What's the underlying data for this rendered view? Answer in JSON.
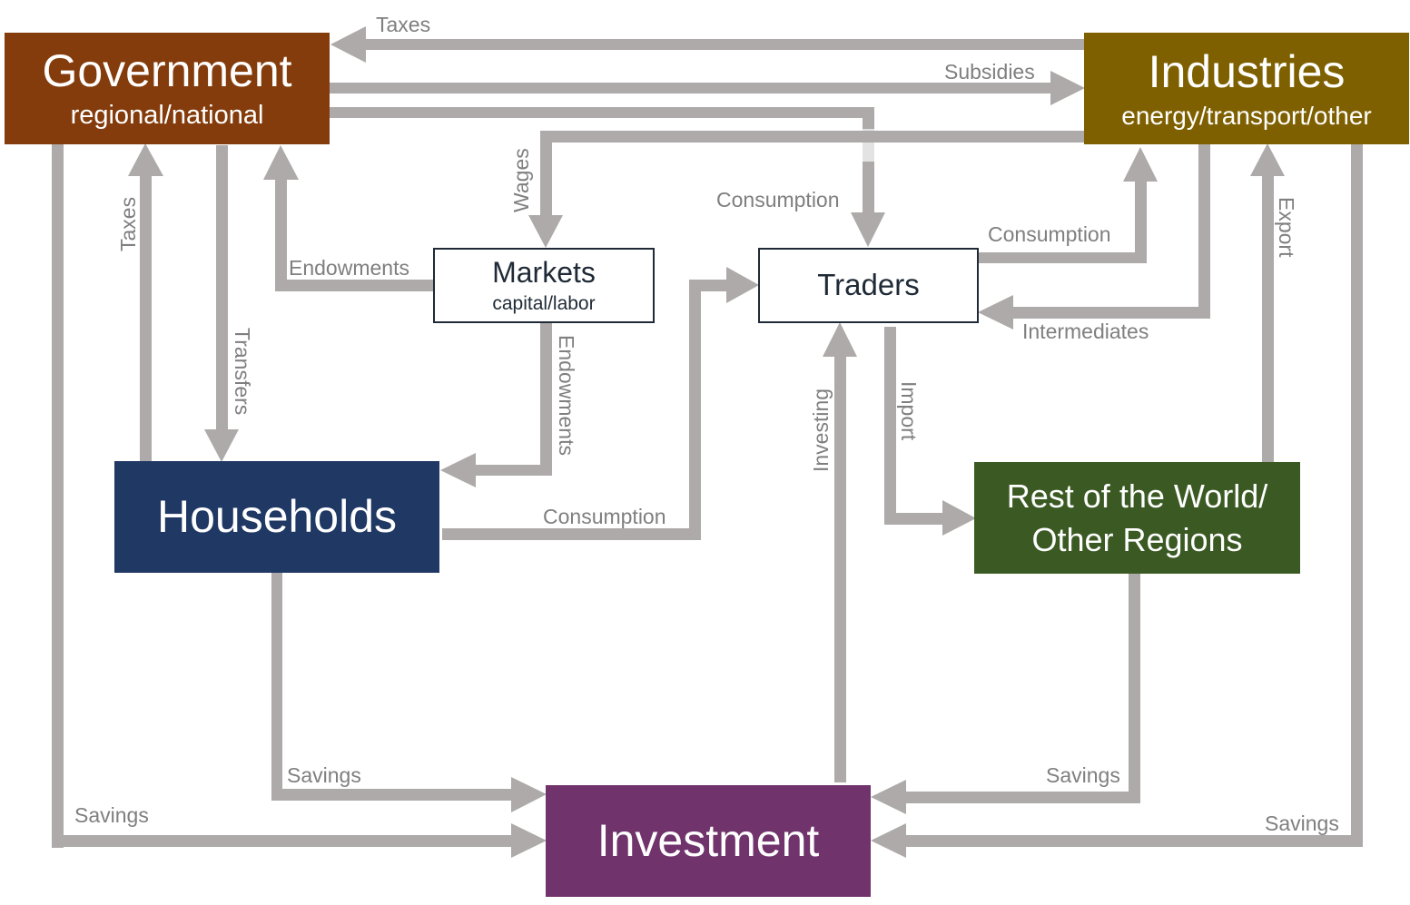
{
  "colors": {
    "arrow": "#adaaa9",
    "arrow_faded": "#e3e3e3",
    "label": "#7f7f7f",
    "government": "#843c0c",
    "industries": "#7f6000",
    "households": "#203864",
    "rest_of_world": "#3b5a23",
    "investment": "#70336c",
    "outline_border": "#1f2a36"
  },
  "nodes": {
    "government": {
      "title": "Government",
      "subtitle": "regional/national"
    },
    "industries": {
      "title": "Industries",
      "subtitle": "energy/transport/other"
    },
    "markets": {
      "title": "Markets",
      "subtitle": "capital/labor"
    },
    "traders": {
      "title": "Traders"
    },
    "households": {
      "title": "Households"
    },
    "rest_of_world": {
      "title_line1": "Rest of the World/",
      "title_line2": "Other Regions"
    },
    "investment": {
      "title": "Investment"
    }
  },
  "flows": {
    "taxes_industries_to_government": "Taxes",
    "subsidies_government_to_industries": "Subsidies",
    "consumption_government_to_traders": "Consumption",
    "wages_industries_to_markets": "Wages",
    "taxes_households_to_government": "Taxes",
    "transfers_government_to_households": "Transfers",
    "endowments_markets_to_government": "Endowments",
    "endowments_markets_to_households": "Endowments",
    "consumption_households_to_traders": "Consumption",
    "consumption_traders_to_industries": "Consumption",
    "intermediates_industries_to_traders": "Intermediates",
    "export_row_to_industries": "Export",
    "import_traders_to_row": "Import",
    "investing_investment_to_traders": "Investing",
    "savings_households_to_investment": "Savings",
    "savings_government_to_investment": "Savings",
    "savings_row_to_investment": "Savings",
    "savings_industries_to_investment": "Savings"
  }
}
